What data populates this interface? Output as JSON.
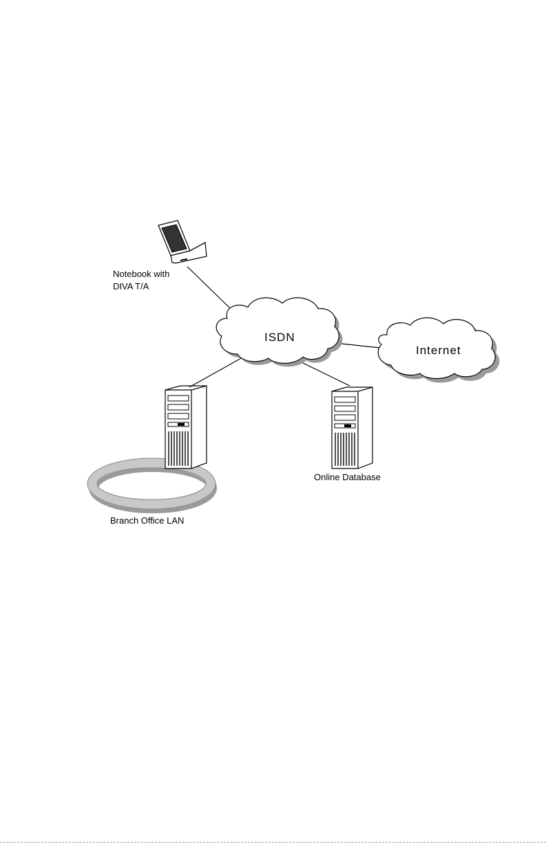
{
  "nodes": {
    "notebook": {
      "label_line1": "Notebook with",
      "label_line2": "DIVA T/A",
      "icon": "laptop-icon"
    },
    "isdn": {
      "label": "ISDN",
      "icon": "cloud-icon"
    },
    "internet": {
      "label": "Internet",
      "icon": "cloud-icon"
    },
    "branch_office": {
      "label": "Branch Office LAN",
      "icon": "server-tower-icon"
    },
    "online_database": {
      "label": "Online Database",
      "icon": "server-tower-icon"
    }
  },
  "colors": {
    "line": "#000000",
    "cloud_shadow": "#9a9a9a",
    "lan_ring": "#c8c8c8",
    "lan_ring_shadow": "#9a9a9a"
  }
}
